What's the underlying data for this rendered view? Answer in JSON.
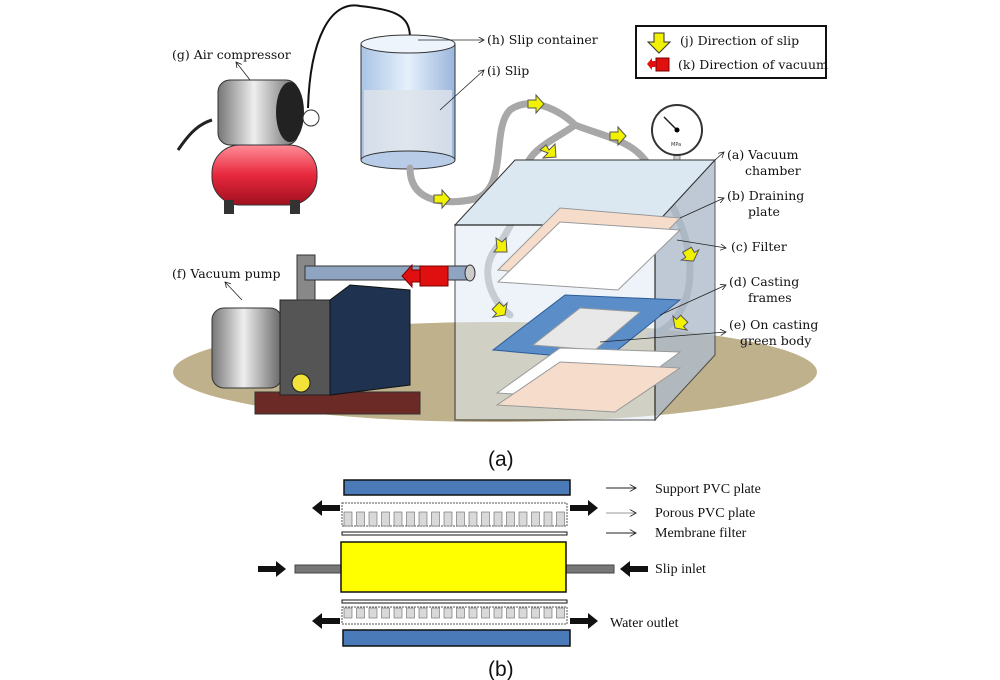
{
  "panel_a": {
    "caption": "(a)",
    "labels": {
      "air_compressor": "(g) Air compressor",
      "slip_container": "(h) Slip container",
      "slip": "(i) Slip",
      "vacuum_chamber_1": "(a) Vacuum",
      "vacuum_chamber_2": "chamber",
      "draining_plate_1": "(b) Draining",
      "draining_plate_2": "plate",
      "filter": "(c) Filter",
      "casting_frames_1": "(d) Casting",
      "casting_frames_2": "frames",
      "green_body_1": "(e) On casting",
      "green_body_2": "green body",
      "vacuum_pump": "(f) Vacuum pump",
      "gauge_unit": "MPa"
    },
    "legend": {
      "slip_direction": "(j) Direction of slip",
      "vacuum_direction": "(k) Direction of vacuum"
    },
    "colors": {
      "slip_arrow": "#f2f200",
      "vacuum_arrow": "#e01010",
      "ground": "#bfb18c",
      "chamber": "#cfe0ee",
      "frame": "#5b8ec9"
    }
  },
  "panel_b": {
    "caption": "(b)",
    "labels": {
      "support_plate": "Support PVC plate",
      "porous_plate": "Porous PVC plate",
      "membrane_filter": "Membrane filter",
      "slip_inlet": "Slip inlet",
      "water_outlet": "Water outlet"
    },
    "colors": {
      "support": "#4a7ab8",
      "slip": "#ffff00",
      "porous": "#d9d9d9"
    }
  }
}
